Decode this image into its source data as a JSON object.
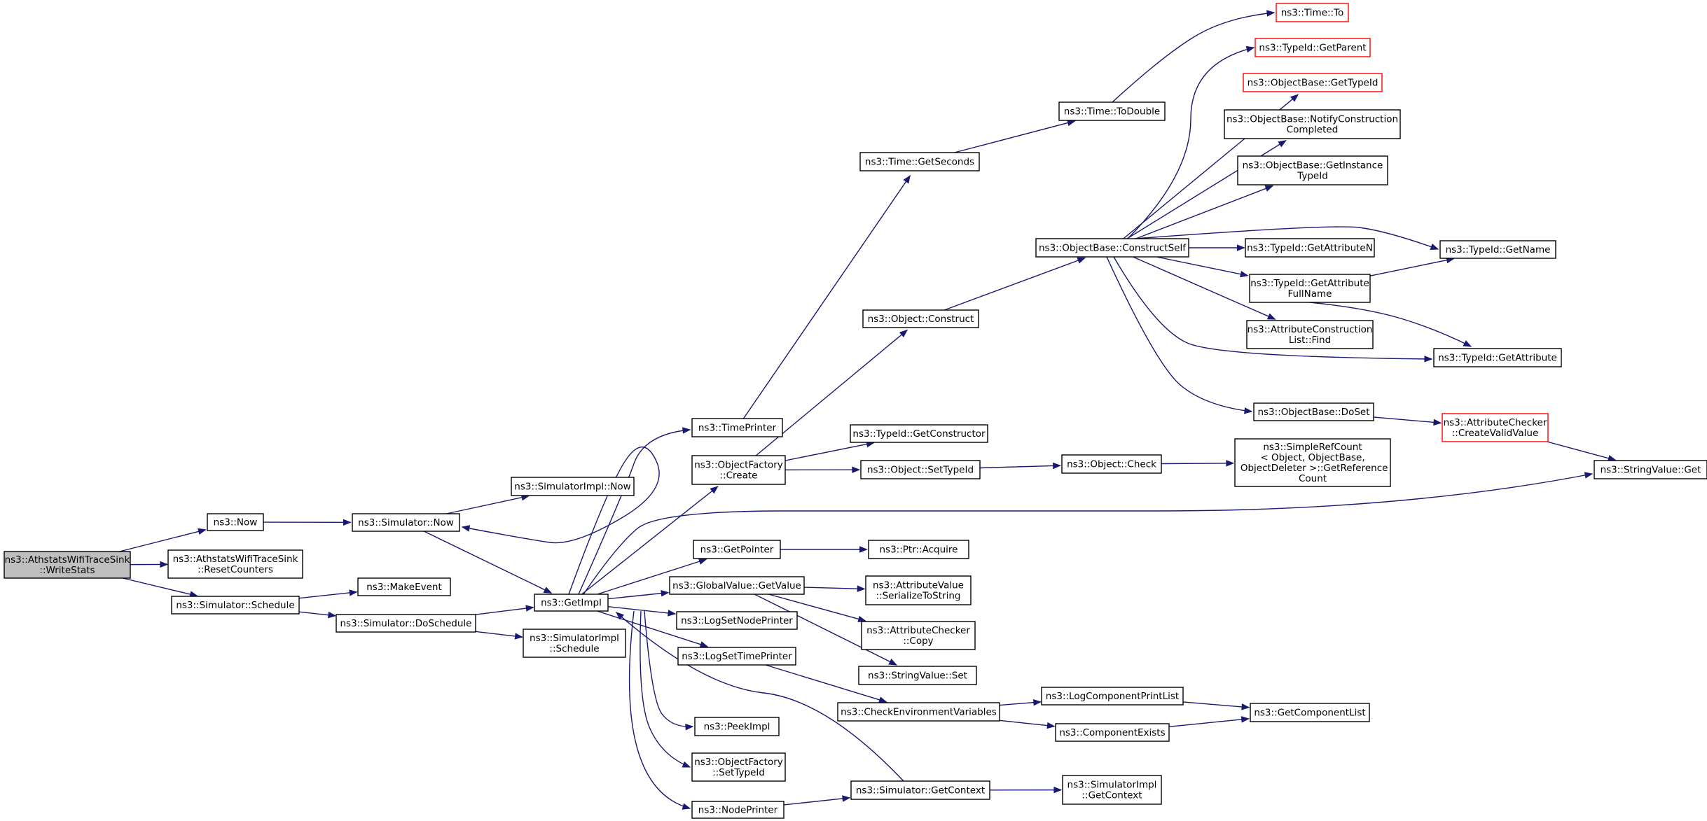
{
  "diagram": {
    "nodes": [
      {
        "id": "root",
        "label": "ns3::AthstatsWifiTraceSink\n::WriteStats"
      },
      {
        "id": "now",
        "label": "ns3::Now"
      },
      {
        "id": "resetcounters",
        "label": "ns3::AthstatsWifiTraceSink\n::ResetCounters"
      },
      {
        "id": "sim_schedule",
        "label": "ns3::Simulator::Schedule"
      },
      {
        "id": "sim_now",
        "label": "ns3::Simulator::Now"
      },
      {
        "id": "makeevent",
        "label": "ns3::MakeEvent"
      },
      {
        "id": "sim_doschedule",
        "label": "ns3::Simulator::DoSchedule"
      },
      {
        "id": "simimpl_now",
        "label": "ns3::SimulatorImpl::Now"
      },
      {
        "id": "getimpl",
        "label": "ns3::GetImpl"
      },
      {
        "id": "simimpl_schedule",
        "label": "ns3::SimulatorImpl\n::Schedule"
      },
      {
        "id": "timeprinter",
        "label": "ns3::TimePrinter"
      },
      {
        "id": "objfactory_create",
        "label": "ns3::ObjectFactory\n::Create"
      },
      {
        "id": "getpointer",
        "label": "ns3::GetPointer"
      },
      {
        "id": "globalvalue_getvalue",
        "label": "ns3::GlobalValue::GetValue"
      },
      {
        "id": "logsetnodeprinter",
        "label": "ns3::LogSetNodePrinter"
      },
      {
        "id": "logsettimeprinter",
        "label": "ns3::LogSetTimePrinter"
      },
      {
        "id": "peekimpl",
        "label": "ns3::PeekImpl"
      },
      {
        "id": "objfactory_settypeid",
        "label": "ns3::ObjectFactory\n::SetTypeId"
      },
      {
        "id": "nodeprinter",
        "label": "ns3::NodePrinter"
      },
      {
        "id": "time_getseconds",
        "label": "ns3::Time::GetSeconds"
      },
      {
        "id": "object_construct",
        "label": "ns3::Object::Construct"
      },
      {
        "id": "typeid_getconstructor",
        "label": "ns3::TypeId::GetConstructor"
      },
      {
        "id": "object_settypeid",
        "label": "ns3::Object::SetTypeId"
      },
      {
        "id": "ptr_acquire",
        "label": "ns3::Ptr::Acquire"
      },
      {
        "id": "attrvalue_serialize",
        "label": "ns3::AttributeValue\n::SerializeToString"
      },
      {
        "id": "attrchecker_copy",
        "label": "ns3::AttributeChecker\n::Copy"
      },
      {
        "id": "stringvalue_set",
        "label": "ns3::StringValue::Set"
      },
      {
        "id": "checkenv",
        "label": "ns3::CheckEnvironmentVariables"
      },
      {
        "id": "sim_getcontext",
        "label": "ns3::Simulator::GetContext"
      },
      {
        "id": "time_todouble",
        "label": "ns3::Time::ToDouble"
      },
      {
        "id": "objbase_constructself",
        "label": "ns3::ObjectBase::ConstructSelf"
      },
      {
        "id": "object_check",
        "label": "ns3::Object::Check"
      },
      {
        "id": "logcomponentprintlist",
        "label": "ns3::LogComponentPrintList"
      },
      {
        "id": "componentexists",
        "label": "ns3::ComponentExists"
      },
      {
        "id": "simimpl_getcontext",
        "label": "ns3::SimulatorImpl\n::GetContext"
      },
      {
        "id": "time_to",
        "label": "ns3::Time::To",
        "red": true
      },
      {
        "id": "typeid_getparent",
        "label": "ns3::TypeId::GetParent",
        "red": true
      },
      {
        "id": "objbase_gettypeid",
        "label": "ns3::ObjectBase::GetTypeId",
        "red": true
      },
      {
        "id": "objbase_notify",
        "label": "ns3::ObjectBase::NotifyConstruction\nCompleted"
      },
      {
        "id": "objbase_getinstancetypeid",
        "label": "ns3::ObjectBase::GetInstance\nTypeId"
      },
      {
        "id": "typeid_getattributen",
        "label": "ns3::TypeId::GetAttributeN"
      },
      {
        "id": "typeid_getattributefullname",
        "label": "ns3::TypeId::GetAttribute\nFullName"
      },
      {
        "id": "attrconstructionlist_find",
        "label": "ns3::AttributeConstruction\nList::Find"
      },
      {
        "id": "objbase_doset",
        "label": "ns3::ObjectBase::DoSet"
      },
      {
        "id": "simplerefcount",
        "label": "ns3::SimpleRefCount\n< Object, ObjectBase,\n ObjectDeleter >::GetReference\nCount"
      },
      {
        "id": "getcomponentlist",
        "label": "ns3::GetComponentList"
      },
      {
        "id": "typeid_getname",
        "label": "ns3::TypeId::GetName"
      },
      {
        "id": "typeid_getattribute",
        "label": "ns3::TypeId::GetAttribute"
      },
      {
        "id": "attrchecker_createvalidvalue",
        "label": "ns3::AttributeChecker\n::CreateValidValue",
        "red": true
      },
      {
        "id": "stringvalue_get",
        "label": "ns3::StringValue::Get"
      }
    ],
    "edges": [
      {
        "from": "root",
        "to": "now"
      },
      {
        "from": "root",
        "to": "resetcounters"
      },
      {
        "from": "root",
        "to": "sim_schedule"
      },
      {
        "from": "now",
        "to": "sim_now"
      },
      {
        "from": "sim_now",
        "to": "simimpl_now"
      },
      {
        "from": "sim_now",
        "to": "getimpl"
      },
      {
        "from": "sim_schedule",
        "to": "makeevent"
      },
      {
        "from": "sim_schedule",
        "to": "sim_doschedule"
      },
      {
        "from": "sim_doschedule",
        "to": "getimpl"
      },
      {
        "from": "sim_doschedule",
        "to": "simimpl_schedule"
      },
      {
        "from": "getimpl",
        "to": "timeprinter"
      },
      {
        "from": "getimpl",
        "to": "sim_now"
      },
      {
        "from": "getimpl",
        "to": "objfactory_create"
      },
      {
        "from": "getimpl",
        "to": "stringvalue_get"
      },
      {
        "from": "getimpl",
        "to": "getpointer"
      },
      {
        "from": "getimpl",
        "to": "globalvalue_getvalue"
      },
      {
        "from": "getimpl",
        "to": "logsetnodeprinter"
      },
      {
        "from": "getimpl",
        "to": "logsettimeprinter"
      },
      {
        "from": "getimpl",
        "to": "peekimpl"
      },
      {
        "from": "getimpl",
        "to": "objfactory_settypeid"
      },
      {
        "from": "getimpl",
        "to": "nodeprinter"
      },
      {
        "from": "timeprinter",
        "to": "time_getseconds"
      },
      {
        "from": "objfactory_create",
        "to": "object_construct"
      },
      {
        "from": "objfactory_create",
        "to": "typeid_getconstructor"
      },
      {
        "from": "objfactory_create",
        "to": "object_settypeid"
      },
      {
        "from": "getpointer",
        "to": "ptr_acquire"
      },
      {
        "from": "globalvalue_getvalue",
        "to": "attrvalue_serialize"
      },
      {
        "from": "globalvalue_getvalue",
        "to": "attrchecker_copy"
      },
      {
        "from": "globalvalue_getvalue",
        "to": "stringvalue_set"
      },
      {
        "from": "logsettimeprinter",
        "to": "checkenv"
      },
      {
        "from": "sim_getcontext",
        "to": "getimpl"
      },
      {
        "from": "sim_getcontext",
        "to": "simimpl_getcontext"
      },
      {
        "from": "nodeprinter",
        "to": "sim_getcontext"
      },
      {
        "from": "time_getseconds",
        "to": "time_todouble"
      },
      {
        "from": "time_todouble",
        "to": "time_to"
      },
      {
        "from": "object_construct",
        "to": "objbase_constructself"
      },
      {
        "from": "object_settypeid",
        "to": "object_check"
      },
      {
        "from": "object_check",
        "to": "simplerefcount"
      },
      {
        "from": "checkenv",
        "to": "logcomponentprintlist"
      },
      {
        "from": "checkenv",
        "to": "componentexists"
      },
      {
        "from": "logcomponentprintlist",
        "to": "getcomponentlist"
      },
      {
        "from": "componentexists",
        "to": "getcomponentlist"
      },
      {
        "from": "objbase_constructself",
        "to": "typeid_getparent"
      },
      {
        "from": "objbase_constructself",
        "to": "objbase_gettypeid"
      },
      {
        "from": "objbase_constructself",
        "to": "objbase_notify"
      },
      {
        "from": "objbase_constructself",
        "to": "objbase_getinstancetypeid"
      },
      {
        "from": "objbase_constructself",
        "to": "typeid_getname"
      },
      {
        "from": "objbase_constructself",
        "to": "typeid_getattributen"
      },
      {
        "from": "objbase_constructself",
        "to": "typeid_getattributefullname"
      },
      {
        "from": "objbase_constructself",
        "to": "attrconstructionlist_find"
      },
      {
        "from": "objbase_constructself",
        "to": "typeid_getattribute"
      },
      {
        "from": "objbase_constructself",
        "to": "objbase_doset"
      },
      {
        "from": "typeid_getattributefullname",
        "to": "typeid_getname"
      },
      {
        "from": "typeid_getattributefullname",
        "to": "typeid_getattribute"
      },
      {
        "from": "objbase_doset",
        "to": "attrchecker_createvalidvalue"
      },
      {
        "from": "attrchecker_createvalidvalue",
        "to": "stringvalue_get"
      }
    ],
    "colors": {
      "edge": "#191970",
      "node_border": "#000000",
      "node_border_red": "#ff0000",
      "node_fill": "#ffffff",
      "root_fill": "#bfbfbf"
    }
  }
}
